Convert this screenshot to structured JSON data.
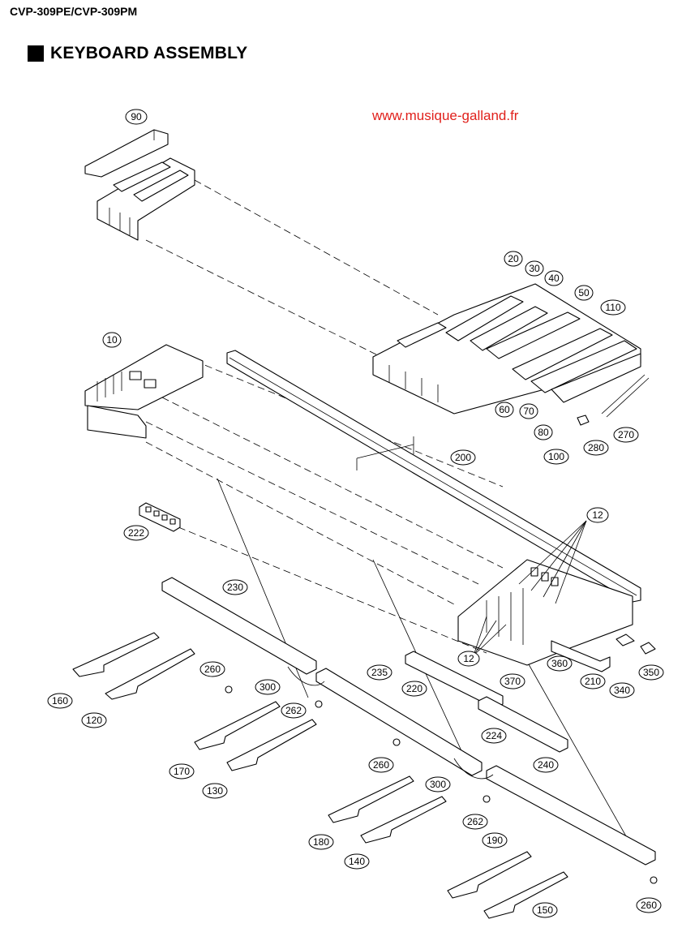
{
  "header": {
    "model": "CVP-309PE/CVP-309PM",
    "section_title": "KEYBOARD ASSEMBLY"
  },
  "watermark": "www.musique-galland.fr",
  "colors": {
    "watermark": "#e0201b",
    "ink": "#000000"
  },
  "labels": [
    "90",
    "20",
    "30",
    "40",
    "50",
    "110",
    "10",
    "60",
    "70",
    "80",
    "100",
    "280",
    "270",
    "200",
    "12",
    "222",
    "230",
    "260",
    "300",
    "262",
    "235",
    "220",
    "224",
    "240",
    "210",
    "340",
    "350",
    "360",
    "370",
    "160",
    "120",
    "170",
    "130",
    "180",
    "140",
    "190",
    "150"
  ]
}
